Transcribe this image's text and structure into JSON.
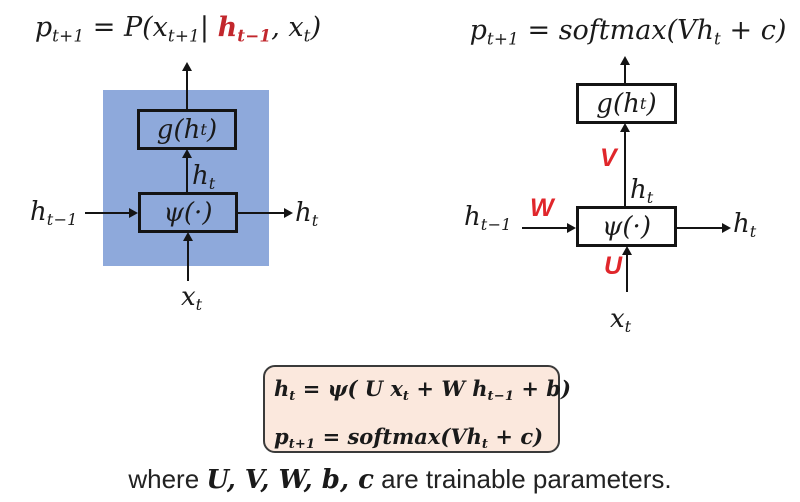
{
  "colors": {
    "diagram_blue_fill": "#8EA9DB",
    "callout_peach_fill": "#FBE8DD",
    "weight_label_red": "#E0262B",
    "formula_highlight_red": "#C2272D"
  },
  "left_diagram": {
    "formula": {
      "parts": [
        "p",
        "t+1",
        " = P(x",
        "t+1",
        "| ",
        "h",
        "t−1",
        ", x",
        "t",
        ")"
      ]
    },
    "g_box": {
      "parts": [
        "g(h",
        "t",
        ")"
      ]
    },
    "psi_box": {
      "label": "ψ(·)"
    },
    "h_mid": {
      "parts": [
        "h",
        "t"
      ]
    },
    "h_prev": {
      "parts": [
        "h",
        "t−1"
      ]
    },
    "h_out": {
      "parts": [
        "h",
        "t"
      ]
    },
    "x_in": {
      "parts": [
        "x",
        "t"
      ]
    }
  },
  "right_diagram": {
    "formula": {
      "parts": [
        "p",
        "t+1",
        " = softmax(Vh",
        "t",
        " + c)"
      ]
    },
    "g_box": {
      "parts": [
        "g(h",
        "t",
        ")"
      ]
    },
    "psi_box": {
      "label": "ψ(·)"
    },
    "h_mid": {
      "parts": [
        "h",
        "t"
      ]
    },
    "h_prev": {
      "parts": [
        "h",
        "t−1"
      ]
    },
    "h_out": {
      "parts": [
        "h",
        "t"
      ]
    },
    "x_in": {
      "parts": [
        "x",
        "t"
      ]
    },
    "weight_v": "V",
    "weight_w": "W",
    "weight_u": "U"
  },
  "summary_box": {
    "line1": {
      "parts": [
        "h",
        "t",
        " = ψ( U x",
        "t",
        " + W h",
        "t−1",
        " + b)"
      ]
    },
    "line2": {
      "parts": [
        "p",
        "t+1",
        " = softmax(Vh",
        "t",
        " + c)"
      ]
    }
  },
  "caption": {
    "prefix": "where ",
    "variables": "U, V, W, b, c",
    "suffix": " are trainable parameters."
  }
}
